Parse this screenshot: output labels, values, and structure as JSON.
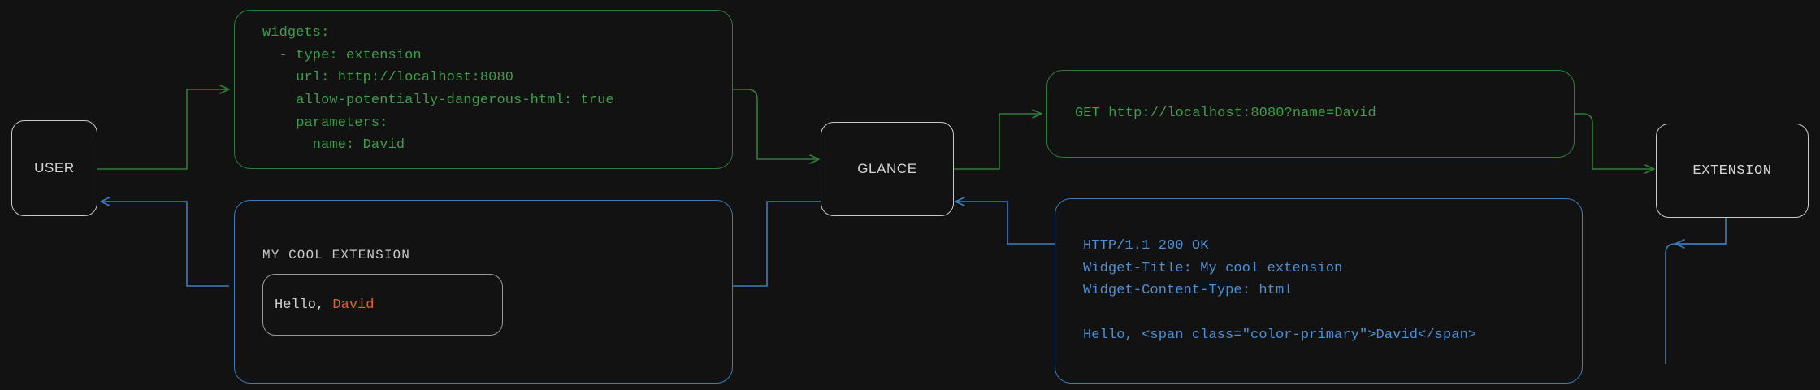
{
  "theme": {
    "background": "#121212",
    "node_border": "#c9c9c9",
    "node_text": "#d6d6d6",
    "request_color": "#3d9e4b",
    "response_color": "#4a90d9",
    "accent_color": "#e8622c"
  },
  "nodes": {
    "user": {
      "label": "USER"
    },
    "glance": {
      "label": "GLANCE"
    },
    "extension": {
      "label": "EXTENSION"
    }
  },
  "cards": {
    "config": {
      "name": "glance-yaml-config",
      "text": "widgets:\n  - type: extension\n    url: http://localhost:8080\n    allow-potentially-dangerous-html: true\n    parameters:\n      name: David"
    },
    "request": {
      "name": "http-get-request",
      "text": "GET http://localhost:8080?name=David"
    },
    "response": {
      "name": "http-response",
      "text": "HTTP/1.1 200 OK\nWidget-Title: My cool extension\nWidget-Content-Type: html\n\nHello, <span class=\"color-primary\">David</span>"
    },
    "widget": {
      "name": "rendered-widget",
      "title": "MY COOL EXTENSION",
      "greeting_prefix": "Hello, ",
      "greeting_name": "David"
    }
  }
}
